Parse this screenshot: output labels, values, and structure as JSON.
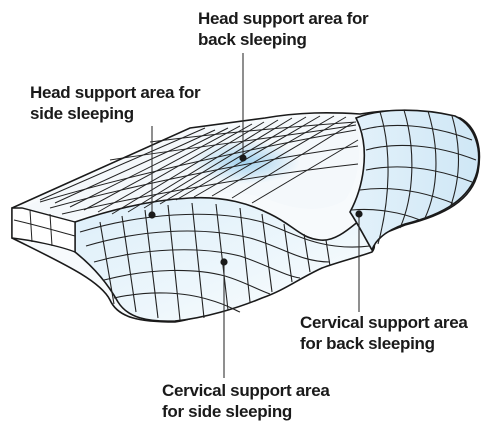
{
  "labels": {
    "head_back": {
      "line1": "Head support area for",
      "line2": "back sleeping"
    },
    "head_side": {
      "line1": "Head support area for",
      "line2": "side sleeping"
    },
    "cervical_back": {
      "line1": "Cervical support area",
      "line2": "for back sleeping"
    },
    "cervical_side": {
      "line1": "Cervical support area",
      "line2": "for side sleeping"
    }
  },
  "colors": {
    "outline": "#1a1a1a",
    "pillow_top": "#f4f8fb",
    "pillow_side": "#ffffff",
    "highlight": "#9fd0ee",
    "grid": "#222222"
  }
}
